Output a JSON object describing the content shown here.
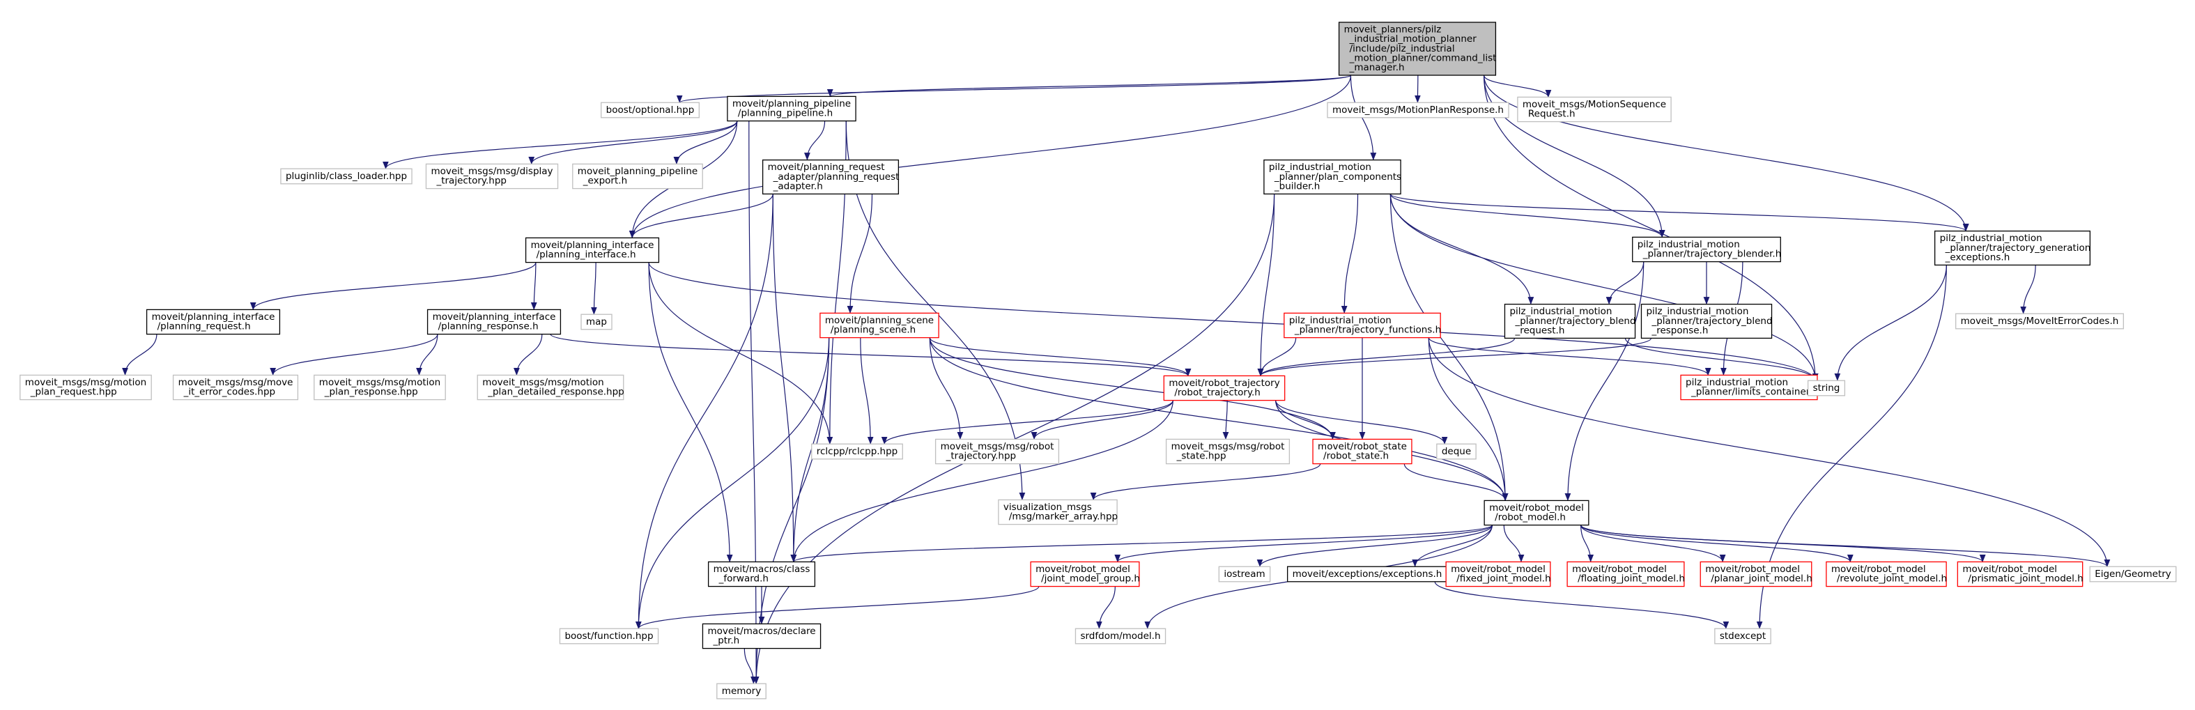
{
  "colors": {
    "edge": "#191970",
    "root_fill": "#bfbfbf",
    "root_border": "#000000",
    "normal_border": "#000000",
    "red_border": "#ff0000",
    "gray_border": "#bfbfbf",
    "node_fill": "#ffffff"
  },
  "nodes": [
    {
      "id": "root",
      "kind": "root",
      "lines": [
        "moveit_planners/pilz",
        "_industrial_motion_planner",
        "/include/pilz_industrial",
        "_motion_planner/command_list",
        "_manager.h"
      ]
    },
    {
      "id": "boost_optional",
      "kind": "gray",
      "lines": [
        "boost/optional.hpp"
      ]
    },
    {
      "id": "planning_pipeline",
      "kind": "normal",
      "lines": [
        "moveit/planning_pipeline",
        "/planning_pipeline.h"
      ]
    },
    {
      "id": "motion_plan_response_h",
      "kind": "gray",
      "lines": [
        "moveit_msgs/MotionPlanResponse.h"
      ]
    },
    {
      "id": "motion_sequence_request",
      "kind": "gray",
      "lines": [
        "moveit_msgs/MotionSequence",
        "Request.h"
      ]
    },
    {
      "id": "plan_components_builder",
      "kind": "normal",
      "lines": [
        "pilz_industrial_motion",
        "_planner/plan_components",
        "_builder.h"
      ]
    },
    {
      "id": "trajectory_generation_exceptions",
      "kind": "normal",
      "lines": [
        "pilz_industrial_motion",
        "_planner/trajectory_generation",
        "_exceptions.h"
      ]
    },
    {
      "id": "class_loader",
      "kind": "gray",
      "lines": [
        "pluginlib/class_loader.hpp"
      ]
    },
    {
      "id": "display_trajectory",
      "kind": "gray",
      "lines": [
        "moveit_msgs/msg/display",
        "_trajectory.hpp"
      ]
    },
    {
      "id": "planning_pipeline_export",
      "kind": "gray",
      "lines": [
        "moveit_planning_pipeline",
        "_export.h"
      ]
    },
    {
      "id": "planning_request_adapter",
      "kind": "normal",
      "lines": [
        "moveit/planning_request",
        "_adapter/planning_request",
        "_adapter.h"
      ]
    },
    {
      "id": "planning_interface",
      "kind": "normal",
      "lines": [
        "moveit/planning_interface",
        "/planning_interface.h"
      ]
    },
    {
      "id": "trajectory_blender",
      "kind": "normal",
      "lines": [
        "pilz_industrial_motion",
        "_planner/trajectory_blender.h"
      ]
    },
    {
      "id": "moveit_error_codes",
      "kind": "gray",
      "lines": [
        "moveit_msgs/MoveItErrorCodes.h"
      ]
    },
    {
      "id": "planning_request",
      "kind": "normal",
      "lines": [
        "moveit/planning_interface",
        "/planning_request.h"
      ]
    },
    {
      "id": "planning_response",
      "kind": "normal",
      "lines": [
        "moveit/planning_interface",
        "/planning_response.h"
      ]
    },
    {
      "id": "map",
      "kind": "gray",
      "lines": [
        "map"
      ]
    },
    {
      "id": "planning_scene",
      "kind": "red",
      "lines": [
        "moveit/planning_scene",
        "/planning_scene.h"
      ]
    },
    {
      "id": "trajectory_functions",
      "kind": "red",
      "lines": [
        "pilz_industrial_motion",
        "_planner/trajectory_functions.h"
      ]
    },
    {
      "id": "trajectory_blend_request",
      "kind": "normal",
      "lines": [
        "pilz_industrial_motion",
        "_planner/trajectory_blend",
        "_request.h"
      ]
    },
    {
      "id": "trajectory_blend_response",
      "kind": "normal",
      "lines": [
        "pilz_industrial_motion",
        "_planner/trajectory_blend",
        "_response.h"
      ]
    },
    {
      "id": "limits_container",
      "kind": "red",
      "lines": [
        "pilz_industrial_motion",
        "_planner/limits_container.h"
      ]
    },
    {
      "id": "string",
      "kind": "gray",
      "lines": [
        "string"
      ]
    },
    {
      "id": "motion_plan_request_hpp",
      "kind": "gray",
      "lines": [
        "moveit_msgs/msg/motion",
        "_plan_request.hpp"
      ]
    },
    {
      "id": "move_it_error_codes_hpp",
      "kind": "gray",
      "lines": [
        "moveit_msgs/msg/move",
        "_it_error_codes.hpp"
      ]
    },
    {
      "id": "motion_plan_response_hpp",
      "kind": "gray",
      "lines": [
        "moveit_msgs/msg/motion",
        "_plan_response.hpp"
      ]
    },
    {
      "id": "motion_plan_detailed_response_hpp",
      "kind": "gray",
      "lines": [
        "moveit_msgs/msg/motion",
        "_plan_detailed_response.hpp"
      ]
    },
    {
      "id": "robot_trajectory",
      "kind": "red",
      "lines": [
        "moveit/robot_trajectory",
        "/robot_trajectory.h"
      ]
    },
    {
      "id": "rclcpp",
      "kind": "gray",
      "lines": [
        "rclcpp/rclcpp.hpp"
      ]
    },
    {
      "id": "robot_trajectory_msg",
      "kind": "gray",
      "lines": [
        "moveit_msgs/msg/robot",
        "_trajectory.hpp"
      ]
    },
    {
      "id": "robot_state_msg",
      "kind": "gray",
      "lines": [
        "moveit_msgs/msg/robot",
        "_state.hpp"
      ]
    },
    {
      "id": "robot_state",
      "kind": "red",
      "lines": [
        "moveit/robot_state",
        "/robot_state.h"
      ]
    },
    {
      "id": "deque",
      "kind": "gray",
      "lines": [
        "deque"
      ]
    },
    {
      "id": "marker_array",
      "kind": "gray",
      "lines": [
        "visualization_msgs",
        "/msg/marker_array.hpp"
      ]
    },
    {
      "id": "robot_model",
      "kind": "normal",
      "lines": [
        "moveit/robot_model",
        "/robot_model.h"
      ]
    },
    {
      "id": "class_forward",
      "kind": "normal",
      "lines": [
        "moveit/macros/class",
        "_forward.h"
      ]
    },
    {
      "id": "joint_model_group",
      "kind": "red",
      "lines": [
        "moveit/robot_model",
        "/joint_model_group.h"
      ]
    },
    {
      "id": "iostream",
      "kind": "gray",
      "lines": [
        "iostream"
      ]
    },
    {
      "id": "exceptions",
      "kind": "normal",
      "lines": [
        "moveit/exceptions/exceptions.h"
      ]
    },
    {
      "id": "fixed_joint_model",
      "kind": "red",
      "lines": [
        "moveit/robot_model",
        "/fixed_joint_model.h"
      ]
    },
    {
      "id": "floating_joint_model",
      "kind": "red",
      "lines": [
        "moveit/robot_model",
        "/floating_joint_model.h"
      ]
    },
    {
      "id": "planar_joint_model",
      "kind": "red",
      "lines": [
        "moveit/robot_model",
        "/planar_joint_model.h"
      ]
    },
    {
      "id": "revolute_joint_model",
      "kind": "red",
      "lines": [
        "moveit/robot_model",
        "/revolute_joint_model.h"
      ]
    },
    {
      "id": "prismatic_joint_model",
      "kind": "red",
      "lines": [
        "moveit/robot_model",
        "/prismatic_joint_model.h"
      ]
    },
    {
      "id": "eigen_geometry",
      "kind": "gray",
      "lines": [
        "Eigen/Geometry"
      ]
    },
    {
      "id": "declare_ptr",
      "kind": "normal",
      "lines": [
        "moveit/macros/declare",
        "_ptr.h"
      ]
    },
    {
      "id": "boost_function",
      "kind": "gray",
      "lines": [
        "boost/function.hpp"
      ]
    },
    {
      "id": "srdfdom_model",
      "kind": "gray",
      "lines": [
        "srdfdom/model.h"
      ]
    },
    {
      "id": "stdexcept",
      "kind": "gray",
      "lines": [
        "stdexcept"
      ]
    },
    {
      "id": "memory",
      "kind": "gray",
      "lines": [
        "memory"
      ]
    }
  ],
  "edges": [
    [
      "root",
      "boost_optional"
    ],
    [
      "root",
      "planning_pipeline"
    ],
    [
      "root",
      "motion_plan_response_h"
    ],
    [
      "root",
      "motion_sequence_request"
    ],
    [
      "root",
      "plan_components_builder"
    ],
    [
      "root",
      "trajectory_blender"
    ],
    [
      "root",
      "trajectory_generation_exceptions"
    ],
    [
      "root",
      "string"
    ],
    [
      "root",
      "planning_interface"
    ],
    [
      "planning_pipeline",
      "class_loader"
    ],
    [
      "planning_pipeline",
      "display_trajectory"
    ],
    [
      "planning_pipeline",
      "planning_pipeline_export"
    ],
    [
      "planning_pipeline",
      "planning_request_adapter"
    ],
    [
      "planning_pipeline",
      "planning_interface"
    ],
    [
      "planning_pipeline",
      "memory"
    ],
    [
      "planning_pipeline",
      "rclcpp"
    ],
    [
      "planning_pipeline",
      "marker_array"
    ],
    [
      "planning_request_adapter",
      "planning_interface"
    ],
    [
      "planning_request_adapter",
      "planning_scene"
    ],
    [
      "planning_request_adapter",
      "class_forward"
    ],
    [
      "planning_request_adapter",
      "boost_function"
    ],
    [
      "planning_interface",
      "planning_request"
    ],
    [
      "planning_interface",
      "planning_response"
    ],
    [
      "planning_interface",
      "map"
    ],
    [
      "planning_interface",
      "class_forward"
    ],
    [
      "planning_interface",
      "rclcpp"
    ],
    [
      "planning_interface",
      "string"
    ],
    [
      "planning_request",
      "motion_plan_request_hpp"
    ],
    [
      "planning_response",
      "move_it_error_codes_hpp"
    ],
    [
      "planning_response",
      "motion_plan_response_hpp"
    ],
    [
      "planning_response",
      "motion_plan_detailed_response_hpp"
    ],
    [
      "planning_response",
      "robot_trajectory"
    ],
    [
      "plan_components_builder",
      "trajectory_functions"
    ],
    [
      "plan_components_builder",
      "trajectory_blend_request"
    ],
    [
      "plan_components_builder",
      "trajectory_blender"
    ],
    [
      "plan_components_builder",
      "trajectory_generation_exceptions"
    ],
    [
      "plan_components_builder",
      "string"
    ],
    [
      "plan_components_builder",
      "robot_trajectory"
    ],
    [
      "plan_components_builder",
      "robot_model"
    ],
    [
      "plan_components_builder",
      "memory"
    ],
    [
      "trajectory_blender",
      "trajectory_blend_request"
    ],
    [
      "trajectory_blender",
      "trajectory_blend_response"
    ],
    [
      "trajectory_blender",
      "limits_container"
    ],
    [
      "trajectory_blender",
      "robot_model"
    ],
    [
      "trajectory_generation_exceptions",
      "moveit_error_codes"
    ],
    [
      "trajectory_generation_exceptions",
      "string"
    ],
    [
      "trajectory_generation_exceptions",
      "stdexcept"
    ],
    [
      "trajectory_blend_request",
      "robot_trajectory"
    ],
    [
      "trajectory_blend_request",
      "string"
    ],
    [
      "trajectory_blend_response",
      "robot_trajectory"
    ],
    [
      "trajectory_functions",
      "robot_trajectory"
    ],
    [
      "trajectory_functions",
      "robot_state"
    ],
    [
      "trajectory_functions",
      "limits_container"
    ],
    [
      "trajectory_functions",
      "eigen_geometry"
    ],
    [
      "trajectory_functions",
      "robot_model"
    ],
    [
      "planning_scene",
      "robot_trajectory"
    ],
    [
      "planning_scene",
      "robot_trajectory_msg"
    ],
    [
      "planning_scene",
      "rclcpp"
    ],
    [
      "planning_scene",
      "robot_state"
    ],
    [
      "planning_scene",
      "class_forward"
    ],
    [
      "planning_scene",
      "boost_function"
    ],
    [
      "planning_scene",
      "memory"
    ],
    [
      "planning_scene",
      "robot_model"
    ],
    [
      "robot_trajectory",
      "robot_trajectory_msg"
    ],
    [
      "robot_trajectory",
      "robot_state_msg"
    ],
    [
      "robot_trajectory",
      "robot_state"
    ],
    [
      "robot_trajectory",
      "deque"
    ],
    [
      "robot_trajectory",
      "rclcpp"
    ],
    [
      "robot_trajectory",
      "robot_model"
    ],
    [
      "robot_trajectory",
      "class_forward"
    ],
    [
      "robot_state",
      "marker_array"
    ],
    [
      "robot_state",
      "robot_model"
    ],
    [
      "robot_model",
      "class_forward"
    ],
    [
      "robot_model",
      "joint_model_group"
    ],
    [
      "robot_model",
      "iostream"
    ],
    [
      "robot_model",
      "exceptions"
    ],
    [
      "robot_model",
      "fixed_joint_model"
    ],
    [
      "robot_model",
      "floating_joint_model"
    ],
    [
      "robot_model",
      "planar_joint_model"
    ],
    [
      "robot_model",
      "revolute_joint_model"
    ],
    [
      "robot_model",
      "prismatic_joint_model"
    ],
    [
      "robot_model",
      "eigen_geometry"
    ],
    [
      "robot_model",
      "srdfdom_model"
    ],
    [
      "class_forward",
      "declare_ptr"
    ],
    [
      "declare_ptr",
      "memory"
    ],
    [
      "joint_model_group",
      "boost_function"
    ],
    [
      "joint_model_group",
      "srdfdom_model"
    ],
    [
      "exceptions",
      "stdexcept"
    ]
  ]
}
